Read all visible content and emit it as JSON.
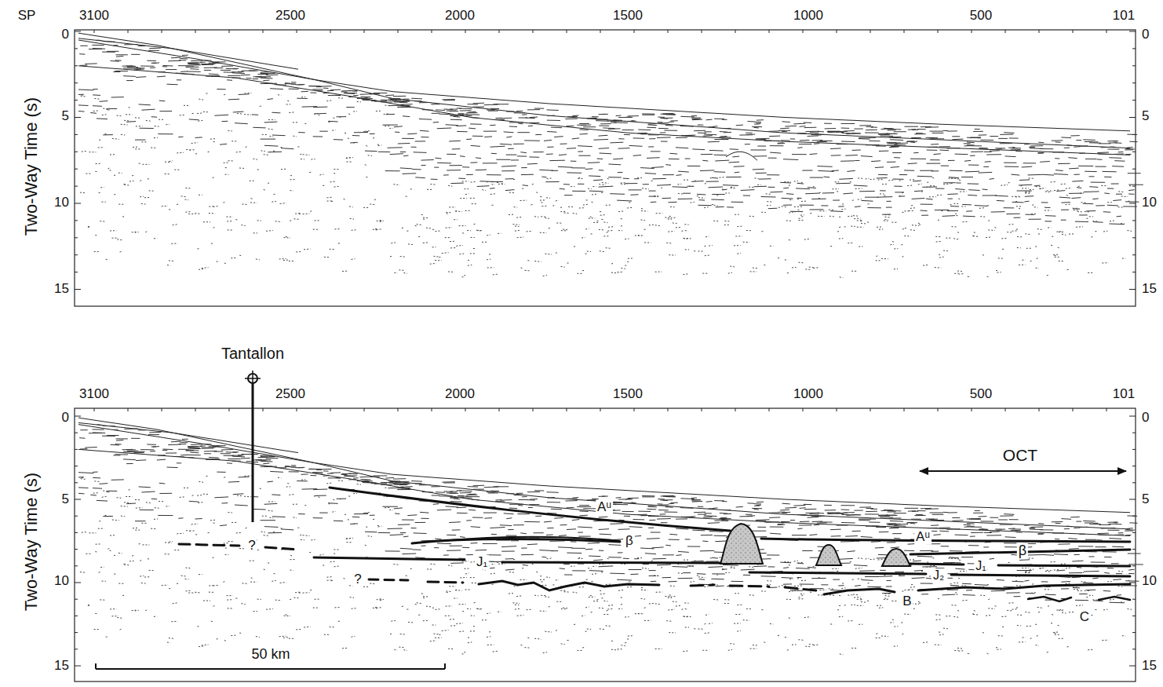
{
  "diagram": {
    "labels": [
      "SP",
      "3100",
      "2500",
      "2000",
      "1500",
      "1000",
      "500",
      "101",
      "Two-Way Time (s)",
      "0",
      "5",
      "10",
      "15",
      "0",
      "5",
      "10",
      "15",
      "Tantallon",
      "3100",
      "2500",
      "2000",
      "1500",
      "1000",
      "500",
      "101",
      "Two-Way Time (s)",
      "0",
      "5",
      "10",
      "15",
      "0",
      "5",
      "10",
      "15",
      "OCT",
      "Aᵘ",
      "Aᵘ",
      "β",
      "β",
      "J₁",
      "J₁",
      "J₂",
      "B",
      "C",
      "?",
      "?",
      "50 km"
    ]
  }
}
